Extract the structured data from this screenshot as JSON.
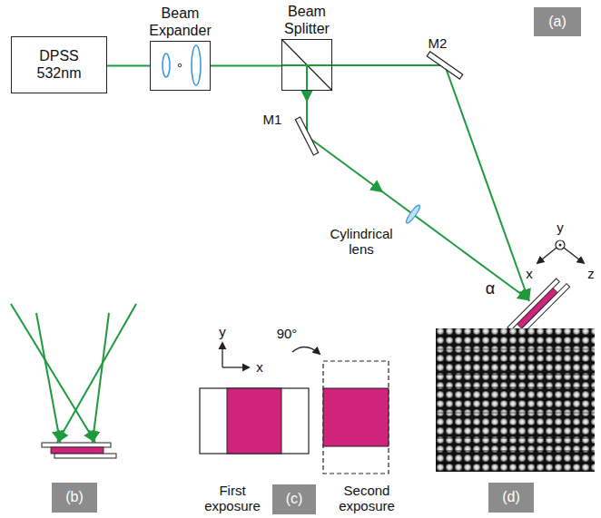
{
  "diagram": {
    "nodes": [
      {
        "text": [
          "DPSS 532nm"
        ]
      },
      {
        "text": [
          "Beam Expander"
        ]
      },
      {
        "text": [
          "Beam Splitter"
        ]
      },
      {
        "text": [
          "(a)"
        ]
      },
      {
        "text": [
          "(b)"
        ]
      },
      {
        "text": [
          "(c)"
        ]
      },
      {
        "text": [
          "(d)"
        ]
      }
    ],
    "edges": [
      {
        "from": 0,
        "to": 1,
        "arrow": "none"
      },
      {
        "from": 1,
        "to": 2,
        "arrow": "none"
      }
    ],
    "labels": [
      "M2",
      "M1",
      "Cylindrical lens",
      "α",
      "y",
      "x",
      "z",
      "y",
      "x",
      "90°",
      "First exposure",
      "Second exposure"
    ]
  }
}
